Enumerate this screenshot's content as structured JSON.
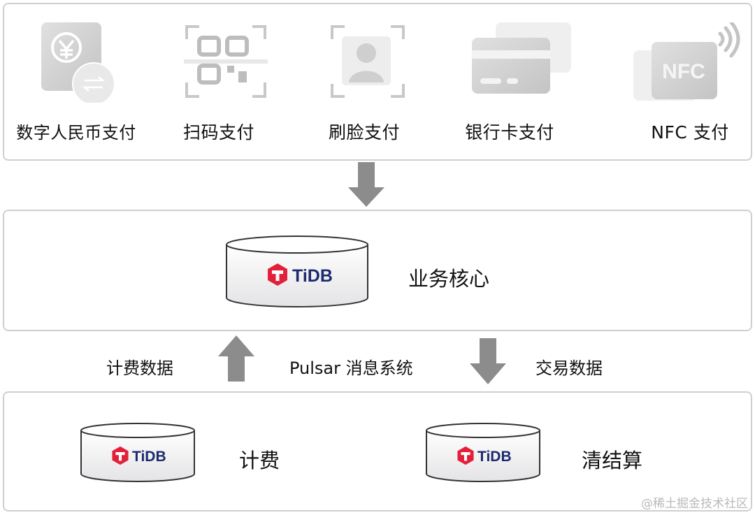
{
  "payment_methods": [
    {
      "label": "数字人民币支付",
      "icon": "digital-rmb-icon"
    },
    {
      "label": "扫码支付",
      "icon": "qr-code-icon"
    },
    {
      "label": "刷脸支付",
      "icon": "face-scan-icon"
    },
    {
      "label": "银行卡支付",
      "icon": "bank-card-icon"
    },
    {
      "label": "NFC 支付",
      "icon": "nfc-icon"
    }
  ],
  "nfc_icon_text": "NFC",
  "core": {
    "db_brand": "TiDB",
    "label": "业务核心"
  },
  "links": {
    "left_label": "计费数据",
    "center_label": "Pulsar 消息系统",
    "right_label": "交易数据"
  },
  "billing": {
    "db_brand": "TiDB",
    "label": "计费"
  },
  "clearing": {
    "db_brand": "TiDB",
    "label": "清结算"
  },
  "watermark": "@稀土掘金技术社区",
  "colors": {
    "tidb_red": "#e3203a",
    "tidb_navy": "#1c2a6e",
    "arrow_gray": "#8c8c8c",
    "border": "#cfcfcf"
  }
}
